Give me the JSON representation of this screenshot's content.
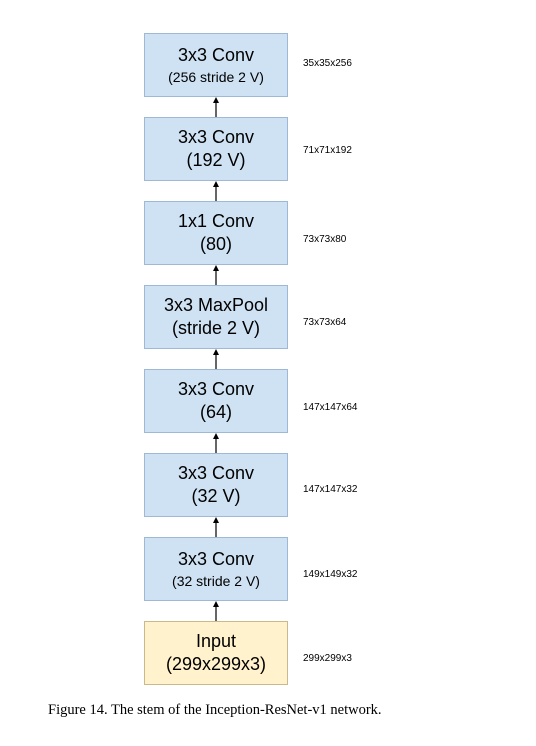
{
  "blocks": [
    {
      "line1": "3x3 Conv",
      "line2": "(256 stride 2 V)",
      "dims": "35x35x256"
    },
    {
      "line1": "3x3 Conv",
      "line2": "(192 V)",
      "dims": "71x71x192"
    },
    {
      "line1": "1x1 Conv",
      "line2": "(80)",
      "dims": "73x73x80"
    },
    {
      "line1": "3x3 MaxPool",
      "line2": "(stride 2 V)",
      "dims": "73x73x64"
    },
    {
      "line1": "3x3 Conv",
      "line2": "(64)",
      "dims": "147x147x64"
    },
    {
      "line1": "3x3 Conv",
      "line2": "(32 V)",
      "dims": "147x147x32"
    },
    {
      "line1": "3x3 Conv",
      "line2": "(32 stride 2 V)",
      "dims": "149x149x32"
    },
    {
      "line1": "Input",
      "line2": "(299x299x3)",
      "dims": "299x299x3"
    }
  ],
  "colors": {
    "layer_fill": "#cfe2f3",
    "input_fill": "#fff2cc"
  },
  "caption": "Figure 14. The stem of the Inception-ResNet-v1 network."
}
